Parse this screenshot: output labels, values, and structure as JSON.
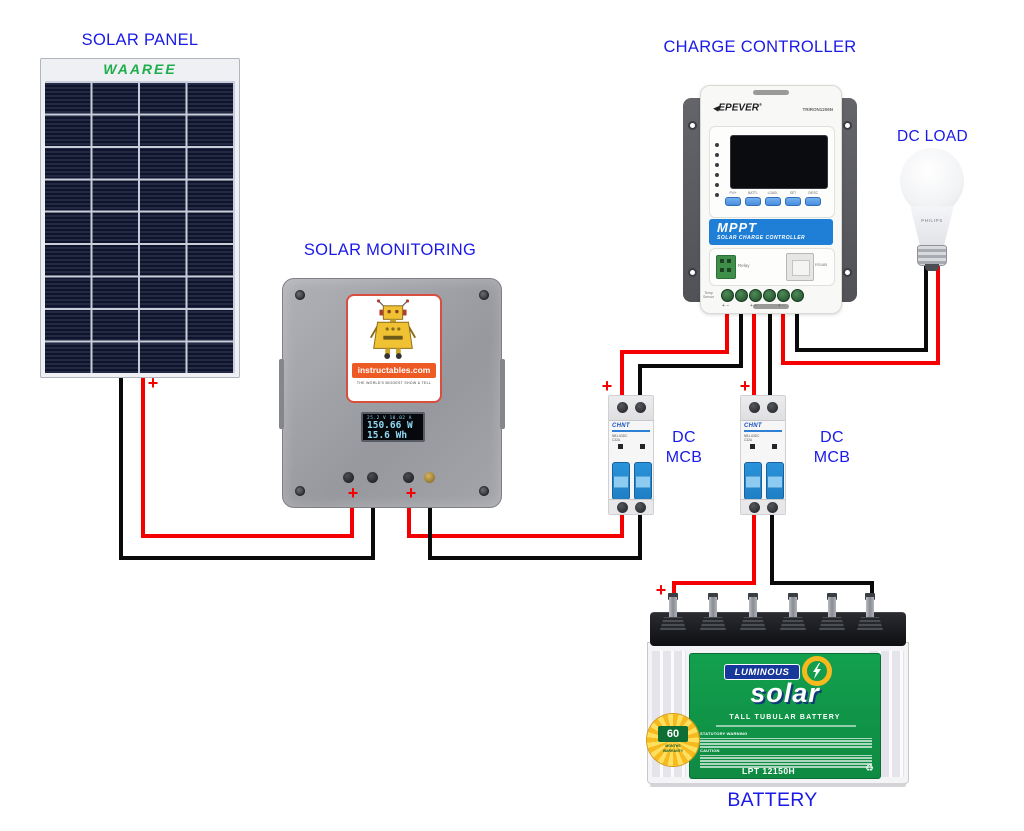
{
  "colors": {
    "label_blue": "#1a1ae8",
    "wire_red": "#f40000",
    "wire_black": "#0a0a0a",
    "waaree_green": "#1fae4c",
    "oled_cyan": "#8fd8f2",
    "sticker_orange": "#ee5a24",
    "mppt_blue": "#1f7fd6",
    "mcb_toggle_blue": "#2795dd",
    "chnt_blue": "#1552b8",
    "battery_green": "#12a04e",
    "luminous_blue": "#16389b",
    "badge_yellow": "#f6b91e"
  },
  "labels": {
    "solar_panel": "SOLAR PANEL",
    "solar_monitoring": "SOLAR MONITORING",
    "charge_controller": "CHARGE CONTROLLER",
    "dc_load": "DC LOAD",
    "battery": "BATTERY",
    "dc_mcb_line1": "DC",
    "dc_mcb_line2": "MCB",
    "plus": "+"
  },
  "panel": {
    "brand": "WAAREE"
  },
  "monitoring": {
    "sticker_site": "instructables.com",
    "sticker_tagline": "THE WORLD'S BIGGEST SHOW & TELL",
    "display_line1": "25.2 V   10.02 A",
    "display_line2": "150.66 W",
    "display_line3": "15.6 Wh"
  },
  "cc": {
    "brand": "EPEVER",
    "reg": "®",
    "model": "TRIRON1206N",
    "mppt_title": "MPPT",
    "mppt_subtitle": "SOLAR CHARGE CONTROLLER",
    "relay": "Relay",
    "rs485": "RS485",
    "temp_line1": "Temp",
    "temp_line2": "Sensor",
    "polarity_pair": "+ −",
    "buttons": [
      "PV/+",
      "BATT/-",
      "LOAD/-",
      "SET",
      "O/ESC"
    ]
  },
  "load": {
    "brand": "PHILIPS"
  },
  "mcb": {
    "brand": "CHNT",
    "model": "NB1-63DC",
    "rating": "C32A"
  },
  "battery": {
    "brand": "LUMINOUS",
    "series": "solar",
    "type": "TALL TUBULAR BATTERY",
    "statutory_heading": "STATUTORY WARNING",
    "caution_heading": "CAUTION",
    "warranty_number": "60",
    "warranty_months": "MONTHS",
    "warranty_word": "WARRANTY",
    "model": "LPT 12150H",
    "recycle_icon": "♻"
  }
}
